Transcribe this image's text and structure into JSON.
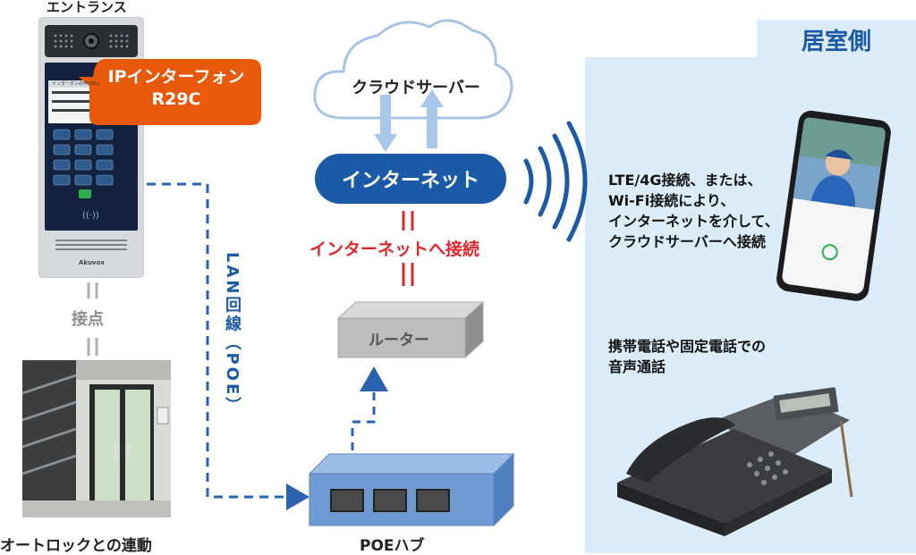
{
  "labels": {
    "entrance": "エントランス",
    "device_callout": [
      "IPインターフォン",
      "R29C"
    ],
    "contact": "接点",
    "autolock": "オートロックとの連動",
    "lan": "LAN回線（POE）",
    "poe_hub": "POEハブ",
    "router": "ルーター",
    "connect_internet": "インターネットへ接続",
    "internet": "インターネット",
    "cloud_server": "クラウドサーバー",
    "resident_side": "居室側",
    "mobile_text": [
      "LTE/4G接続、または、",
      "Wi-Fi接続により、",
      "インターネットを介して、",
      "クラウドサーバーへ接続"
    ],
    "phone_text": [
      "携帯電話や固定電話での",
      "音声通話"
    ]
  },
  "device_screen": {
    "message_title": "インターホンの呼び出し",
    "brand": "Akuvox"
  },
  "colors": {
    "blue_dark": "#1b5aa6",
    "blue_line": "#2a62ad",
    "red": "#e0262b",
    "orange": "#e8590c",
    "panel_bg": "#dcecf8",
    "hub": "#6f9bd2",
    "router": "#b9b9b9"
  }
}
